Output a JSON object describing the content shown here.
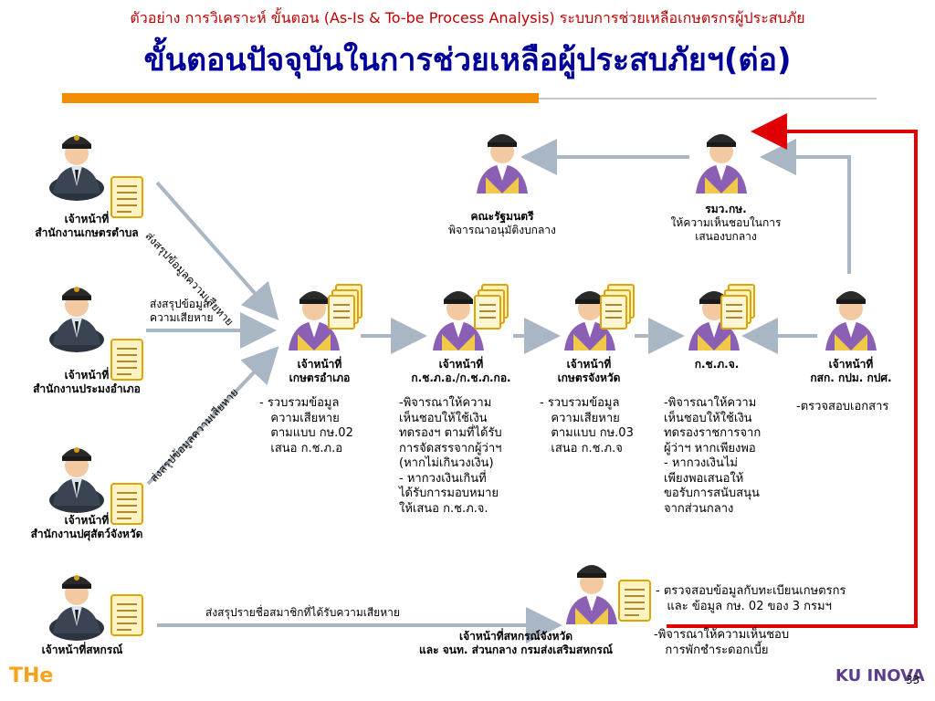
{
  "header": {
    "subtitle": "ตัวอย่าง การวิเคราะห์ ขั้นตอน (As-Is & To-be Process Analysis) ระบบการช่วยเหลือเกษตรกรผู้ประสบภัย",
    "title": "ขั้นตอนปัจจุบันในการช่วยเหลือผู้ประสบภัยฯ(ต่อ)"
  },
  "nodes": {
    "tambon": {
      "line1": "เจ้าหน้าที่",
      "line2": "สำนักงานเกษตรตำบล"
    },
    "amphoe_fishery": {
      "line1": "เจ้าหน้าที่",
      "line2": "สำนักงานประมงอำเภอ"
    },
    "livestock": {
      "line1": "เจ้าหน้าที่",
      "line2": "สำนักงานปศุสัตว์จังหวัด"
    },
    "coop": {
      "line1": "เจ้าหน้าที่สหกรณ์"
    },
    "district_agri": {
      "line1": "เจ้าหน้าที่",
      "line2": "เกษตรอำเภอ"
    },
    "kchpo": {
      "line1": "เจ้าหน้าที่",
      "line2": "ก.ช.ภ.อ./ก.ช.ภ.กอ."
    },
    "province_agri": {
      "line1": "เจ้าหน้าที่",
      "line2": "เกษตรจังหวัด"
    },
    "kchpj": {
      "line1": "ก.ช.ภ.จ."
    },
    "ksk": {
      "line1": "เจ้าหน้าที่",
      "line2": "กสก. กปม. กปศ."
    },
    "cabinet": {
      "line1": "คณะรัฐมนตรี",
      "line2": "พิจารณาอนุมัติงบกลาง"
    },
    "minister": {
      "line1": "รมว.กษ.",
      "line2": "ให้ความเห็นชอบในการ",
      "line3": "เสนองบกลาง"
    },
    "prov_coop": {
      "line1": "เจ้าหน้าที่สหกรณ์จังหวัด",
      "line2": "และ จนท. ส่วนกลาง กรมส่งเสริมสหกรณ์"
    }
  },
  "arrow_labels": {
    "a1": "ส่งสรุปข้อมูลความเสียหาย",
    "a2_line1": "ส่งสรุปข้อมูล",
    "a2_line2": "ความเสียหาย",
    "a3": "ส่งสรุปข้อมูลความเสียหาย",
    "a4": "ส่งสรุปรายชื่อสมาชิกที่ได้รับความเสียหาย"
  },
  "notes": {
    "district_agri": "- รวบรวมข้อมูล\n   ความเสียหาย\n   ตามแบบ กษ.02\n   เสนอ ก.ช.ภ.อ",
    "kchpo": "-พิจารณาให้ความ\nเห็นชอบให้ใช้เงิน\nทดรองฯ ตามที่ได้รับ\nการจัดสรรจากผู้ว่าฯ\n(หากไม่เกินวงเงิน)\n- หากวงเงินเกินที่\nได้รับการมอบหมาย\nให้เสนอ ก.ช.ภ.จ.",
    "province_agri": "- รวบรวมข้อมูล\n   ความเสียหาย\n   ตามแบบ กษ.03\n   เสนอ ก.ช.ภ.จ",
    "kchpj": "-พิจารณาให้ความ\nเห็นชอบให้ใช้เงิน\nทดรองราชการจาก\nผู้ว่าฯ หากเพียงพอ\n- หากวงเงินไม่\nเพียงพอเสนอให้\nขอรับการสนับสนุน\nจากส่วนกลาง",
    "ksk": "-ตรวจสอบเอกสาร",
    "prov_coop_1": "- ตรวจสอบข้อมูลกับทะเบียนเกษตรกร\n   และ ข้อมูล กษ. 02 ของ 3 กรมฯ",
    "prov_coop_2": "-พิจารณาให้ความเห็นชอบ\n   การพักชำระดอกเบี้ย"
  },
  "footer": {
    "logo_left": "THe",
    "logo_right": "KU INOVA",
    "page_number": "33"
  },
  "colors": {
    "title": "#000099",
    "subtitle": "#c00000",
    "accent_rule": "#f28c00",
    "flow_arrow": "#a9b6c4",
    "return_arrow": "#e00000"
  }
}
